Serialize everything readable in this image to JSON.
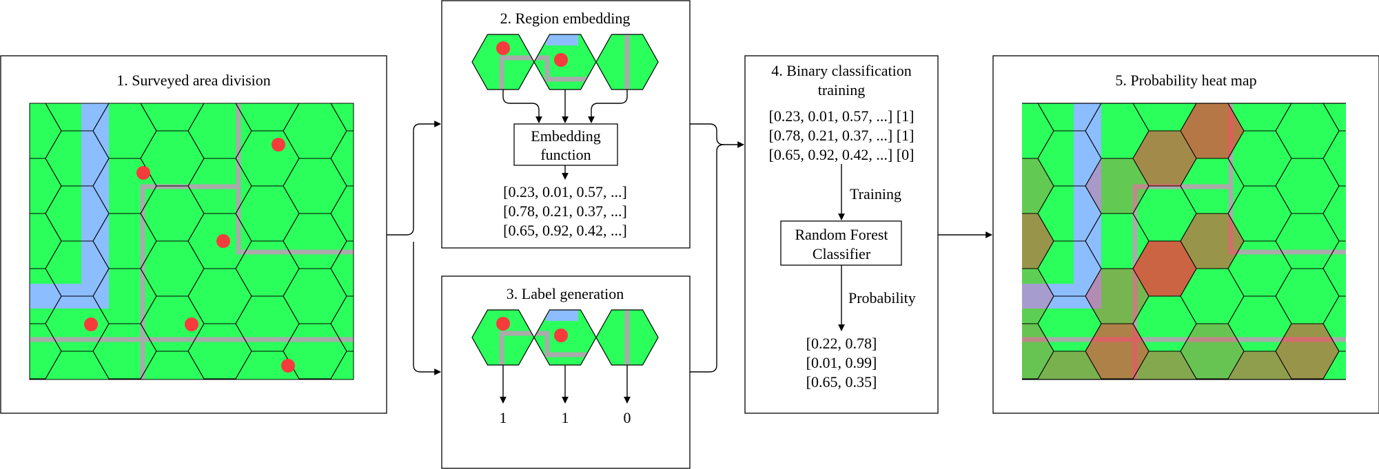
{
  "panels": {
    "survey": {
      "title": "1. Surveyed area division"
    },
    "embedding": {
      "title": "2. Region embedding",
      "function_label": [
        "Embedding",
        "function"
      ],
      "vectors": [
        "[0.23, 0.01, 0.57, ...]",
        "[0.78, 0.21, 0.37, ...]",
        "[0.65, 0.92, 0.42, ...]"
      ]
    },
    "labels": {
      "title": "3. Label generation",
      "values": [
        "1",
        "1",
        "0"
      ]
    },
    "training": {
      "title": [
        "4. Binary classification",
        "training"
      ],
      "rows": [
        "[0.23, 0.01, 0.57, ...] [1]",
        "[0.78, 0.21, 0.37, ...] [1]",
        "[0.65, 0.92, 0.42, ...] [0]"
      ],
      "training_label": "Training",
      "classifier_label": [
        "Random Forest",
        "Classifier"
      ],
      "probability_label": "Probability",
      "outputs": [
        "[0.22, 0.78]",
        "[0.01, 0.99]",
        "[0.65, 0.35]"
      ]
    },
    "heatmap": {
      "title": "5. Probability heat map"
    }
  },
  "colors": {
    "land": "#2bff5c",
    "water": "#8cbdff",
    "road": "#aaaaaa",
    "point": "#f53b3b",
    "heat_high": "#f23d3d"
  },
  "icons": [
    "hexagon-cell-icon",
    "survey-point-icon",
    "arrow-icon"
  ]
}
